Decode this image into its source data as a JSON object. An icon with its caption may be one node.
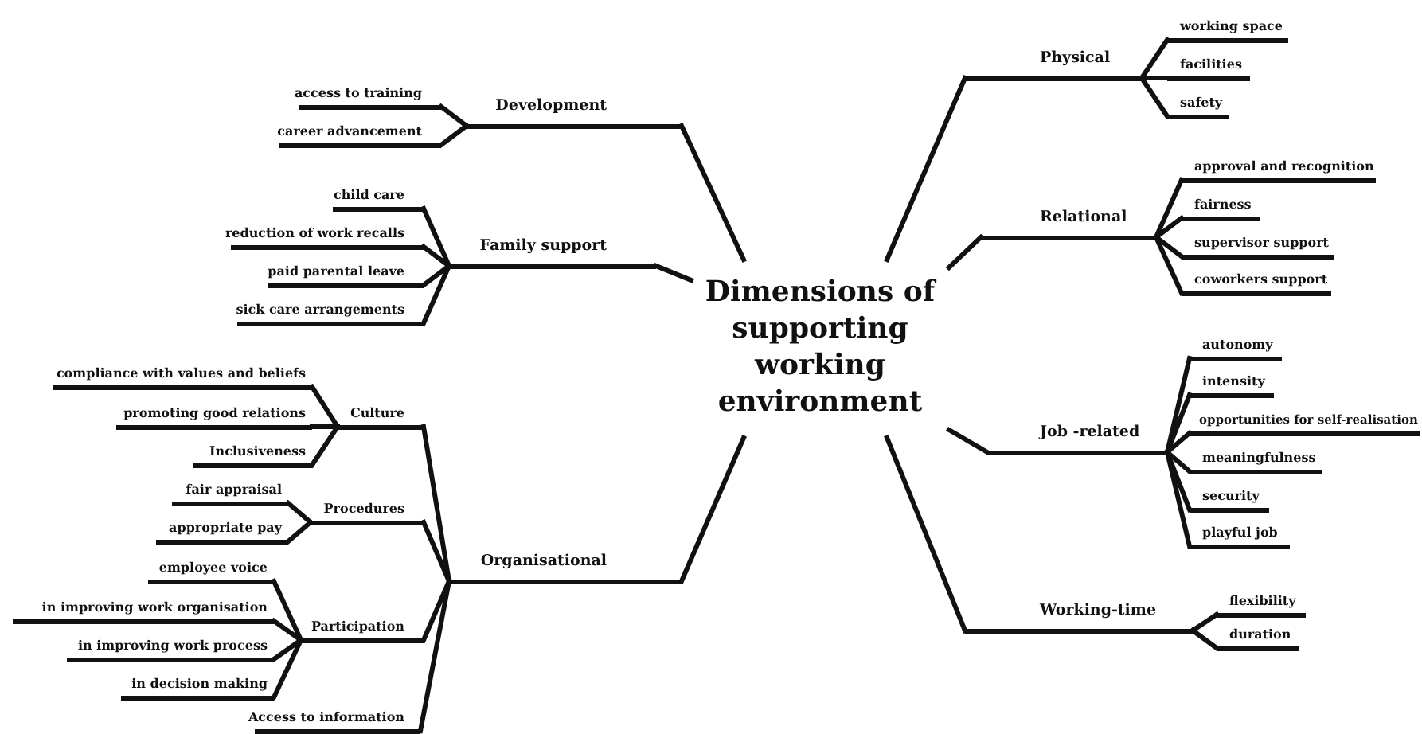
{
  "diagram": {
    "nodes": [
      {
        "text": [
          "Dimensions of supporting working environment"
        ]
      },
      {
        "text": [
          "Development"
        ]
      },
      {
        "text": [
          "access to training"
        ]
      },
      {
        "text": [
          "career advancement"
        ]
      },
      {
        "text": [
          "Family support"
        ]
      },
      {
        "text": [
          "child care"
        ]
      },
      {
        "text": [
          "reduction of work recalls"
        ]
      },
      {
        "text": [
          "paid parental leave"
        ]
      },
      {
        "text": [
          "sick care arrangements"
        ]
      },
      {
        "text": [
          "Organisational"
        ]
      },
      {
        "text": [
          "Culture"
        ]
      },
      {
        "text": [
          "compliance with values and beliefs"
        ]
      },
      {
        "text": [
          "promoting good relations"
        ]
      },
      {
        "text": [
          "Inclusiveness"
        ]
      },
      {
        "text": [
          "Procedures"
        ]
      },
      {
        "text": [
          "fair appraisal"
        ]
      },
      {
        "text": [
          "appropriate pay"
        ]
      },
      {
        "text": [
          "Participation"
        ]
      },
      {
        "text": [
          "employee voice"
        ]
      },
      {
        "text": [
          "in improving work organisation"
        ]
      },
      {
        "text": [
          "in improving work process"
        ]
      },
      {
        "text": [
          "in decision making"
        ]
      },
      {
        "text": [
          "Access to information"
        ]
      },
      {
        "text": [
          "Physical"
        ]
      },
      {
        "text": [
          "working space"
        ]
      },
      {
        "text": [
          "facilities"
        ]
      },
      {
        "text": [
          "safety"
        ]
      },
      {
        "text": [
          "Relational"
        ]
      },
      {
        "text": [
          "approval and recognition"
        ]
      },
      {
        "text": [
          "fairness"
        ]
      },
      {
        "text": [
          "supervisor support"
        ]
      },
      {
        "text": [
          "coworkers support"
        ]
      },
      {
        "text": [
          "Job -related"
        ]
      },
      {
        "text": [
          "autonomy"
        ]
      },
      {
        "text": [
          "intensity"
        ]
      },
      {
        "text": [
          "opportunities for self-realisation"
        ]
      },
      {
        "text": [
          "meaningfulness"
        ]
      },
      {
        "text": [
          "security"
        ]
      },
      {
        "text": [
          "playful job"
        ]
      },
      {
        "text": [
          "Working-time"
        ]
      },
      {
        "text": [
          "flexibility"
        ]
      },
      {
        "text": [
          "duration"
        ]
      }
    ],
    "edges": [
      {
        "from": 0,
        "to": 1,
        "arrow": "none"
      },
      {
        "from": 1,
        "to": 2,
        "arrow": "none"
      },
      {
        "from": 1,
        "to": 3,
        "arrow": "none"
      },
      {
        "from": 0,
        "to": 4,
        "arrow": "none"
      },
      {
        "from": 4,
        "to": 5,
        "arrow": "none"
      },
      {
        "from": 4,
        "to": 6,
        "arrow": "none"
      },
      {
        "from": 4,
        "to": 7,
        "arrow": "none"
      },
      {
        "from": 4,
        "to": 8,
        "arrow": "none"
      },
      {
        "from": 0,
        "to": 9,
        "arrow": "none"
      },
      {
        "from": 9,
        "to": 10,
        "arrow": "none"
      },
      {
        "from": 10,
        "to": 11,
        "arrow": "none"
      },
      {
        "from": 10,
        "to": 12,
        "arrow": "none"
      },
      {
        "from": 10,
        "to": 13,
        "arrow": "none"
      },
      {
        "from": 9,
        "to": 14,
        "arrow": "none"
      },
      {
        "from": 14,
        "to": 15,
        "arrow": "none"
      },
      {
        "from": 14,
        "to": 16,
        "arrow": "none"
      },
      {
        "from": 9,
        "to": 17,
        "arrow": "none"
      },
      {
        "from": 17,
        "to": 18,
        "arrow": "none"
      },
      {
        "from": 17,
        "to": 19,
        "arrow": "none"
      },
      {
        "from": 17,
        "to": 20,
        "arrow": "none"
      },
      {
        "from": 17,
        "to": 21,
        "arrow": "none"
      },
      {
        "from": 9,
        "to": 22,
        "arrow": "none"
      },
      {
        "from": 0,
        "to": 23,
        "arrow": "none"
      },
      {
        "from": 23,
        "to": 24,
        "arrow": "none"
      },
      {
        "from": 23,
        "to": 25,
        "arrow": "none"
      },
      {
        "from": 23,
        "to": 26,
        "arrow": "none"
      },
      {
        "from": 0,
        "to": 27,
        "arrow": "none"
      },
      {
        "from": 27,
        "to": 28,
        "arrow": "none"
      },
      {
        "from": 27,
        "to": 29,
        "arrow": "none"
      },
      {
        "from": 27,
        "to": 30,
        "arrow": "none"
      },
      {
        "from": 27,
        "to": 31,
        "arrow": "none"
      },
      {
        "from": 0,
        "to": 32,
        "arrow": "none"
      },
      {
        "from": 32,
        "to": 33,
        "arrow": "none"
      },
      {
        "from": 32,
        "to": 34,
        "arrow": "none"
      },
      {
        "from": 32,
        "to": 35,
        "arrow": "none"
      },
      {
        "from": 32,
        "to": 36,
        "arrow": "none"
      },
      {
        "from": 32,
        "to": 37,
        "arrow": "none"
      },
      {
        "from": 32,
        "to": 38,
        "arrow": "none"
      },
      {
        "from": 0,
        "to": 39,
        "arrow": "none"
      },
      {
        "from": 39,
        "to": 40,
        "arrow": "none"
      },
      {
        "from": 39,
        "to": 41,
        "arrow": "none"
      }
    ]
  }
}
